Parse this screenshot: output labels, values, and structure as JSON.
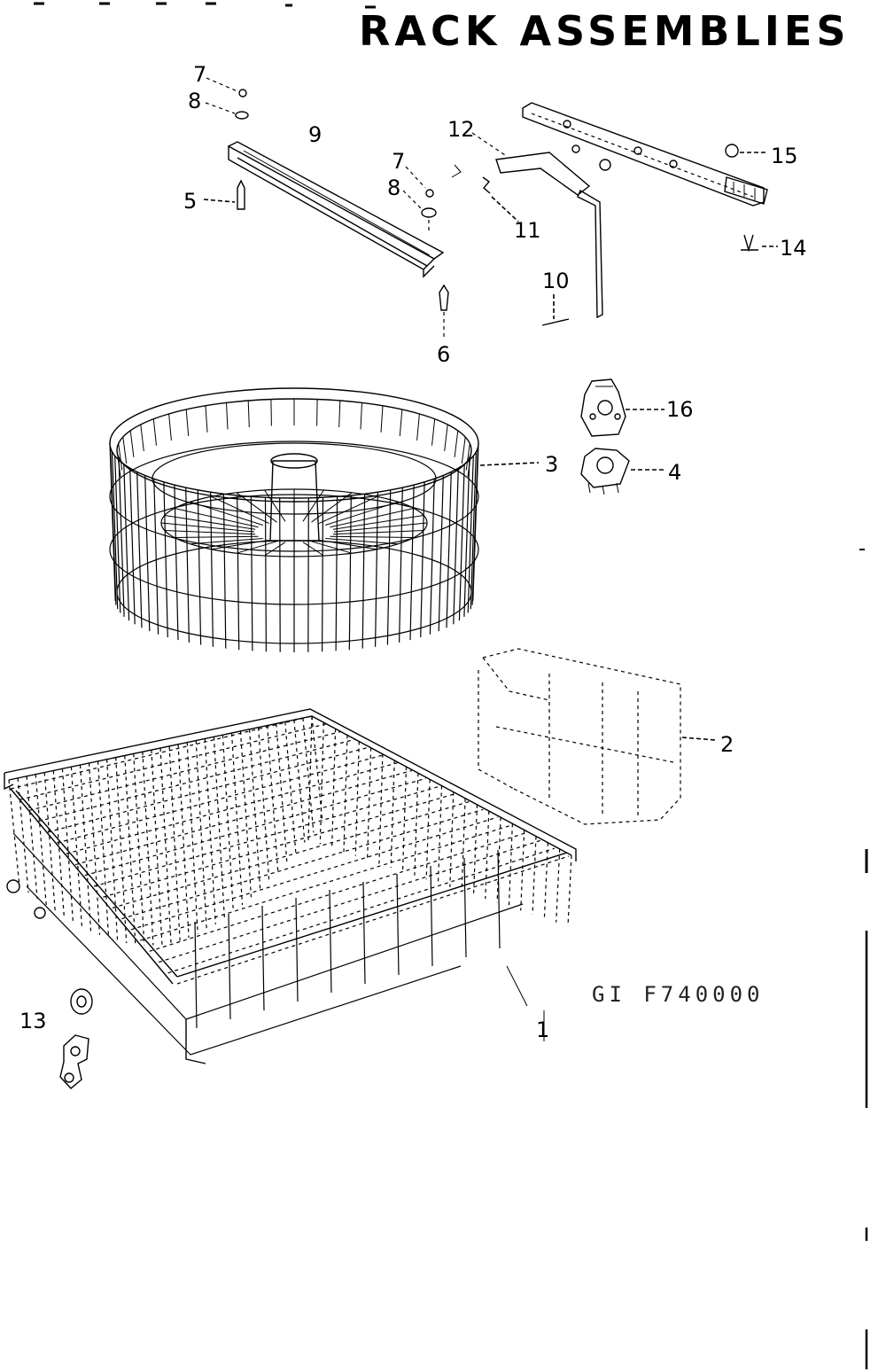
{
  "title": "RACK ASSEMBLIES",
  "diagram_code": "GI F740000",
  "callouts": [
    "1",
    "2",
    "3",
    "4",
    "5",
    "6",
    "7",
    "8",
    "7",
    "8",
    "9",
    "10",
    "11",
    "12",
    "13",
    "14",
    "15",
    "16"
  ]
}
